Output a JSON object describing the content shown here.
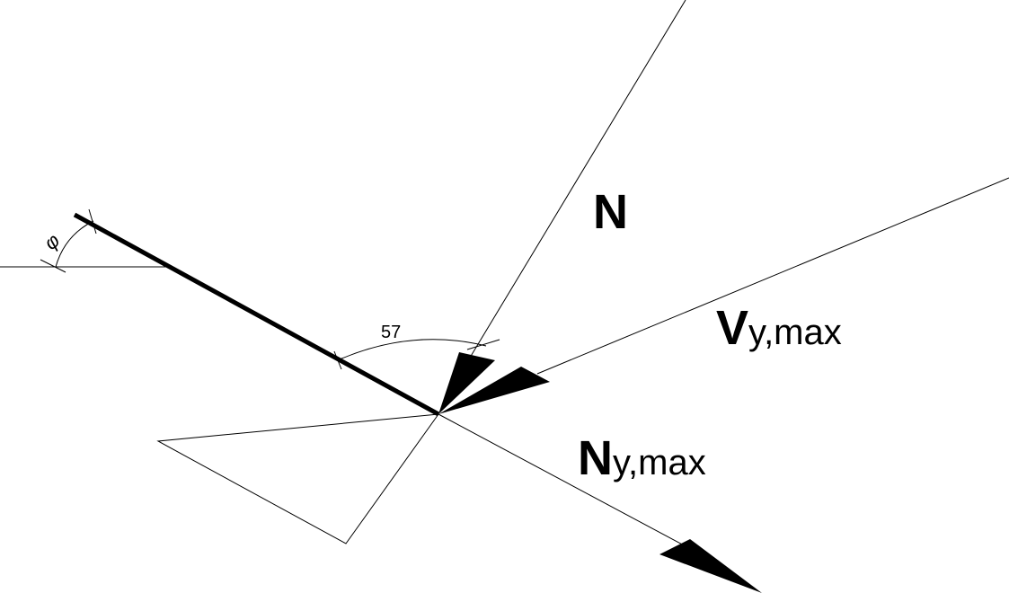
{
  "labels": {
    "normal_force": "N",
    "shear_main": "V",
    "shear_sub": "y,max",
    "normal_comp_main": "N",
    "normal_comp_sub": "y,max",
    "angle_value": "57",
    "angle_symbol": "φ"
  },
  "colors": {
    "ink": "#000000",
    "background": "#ffffff"
  }
}
